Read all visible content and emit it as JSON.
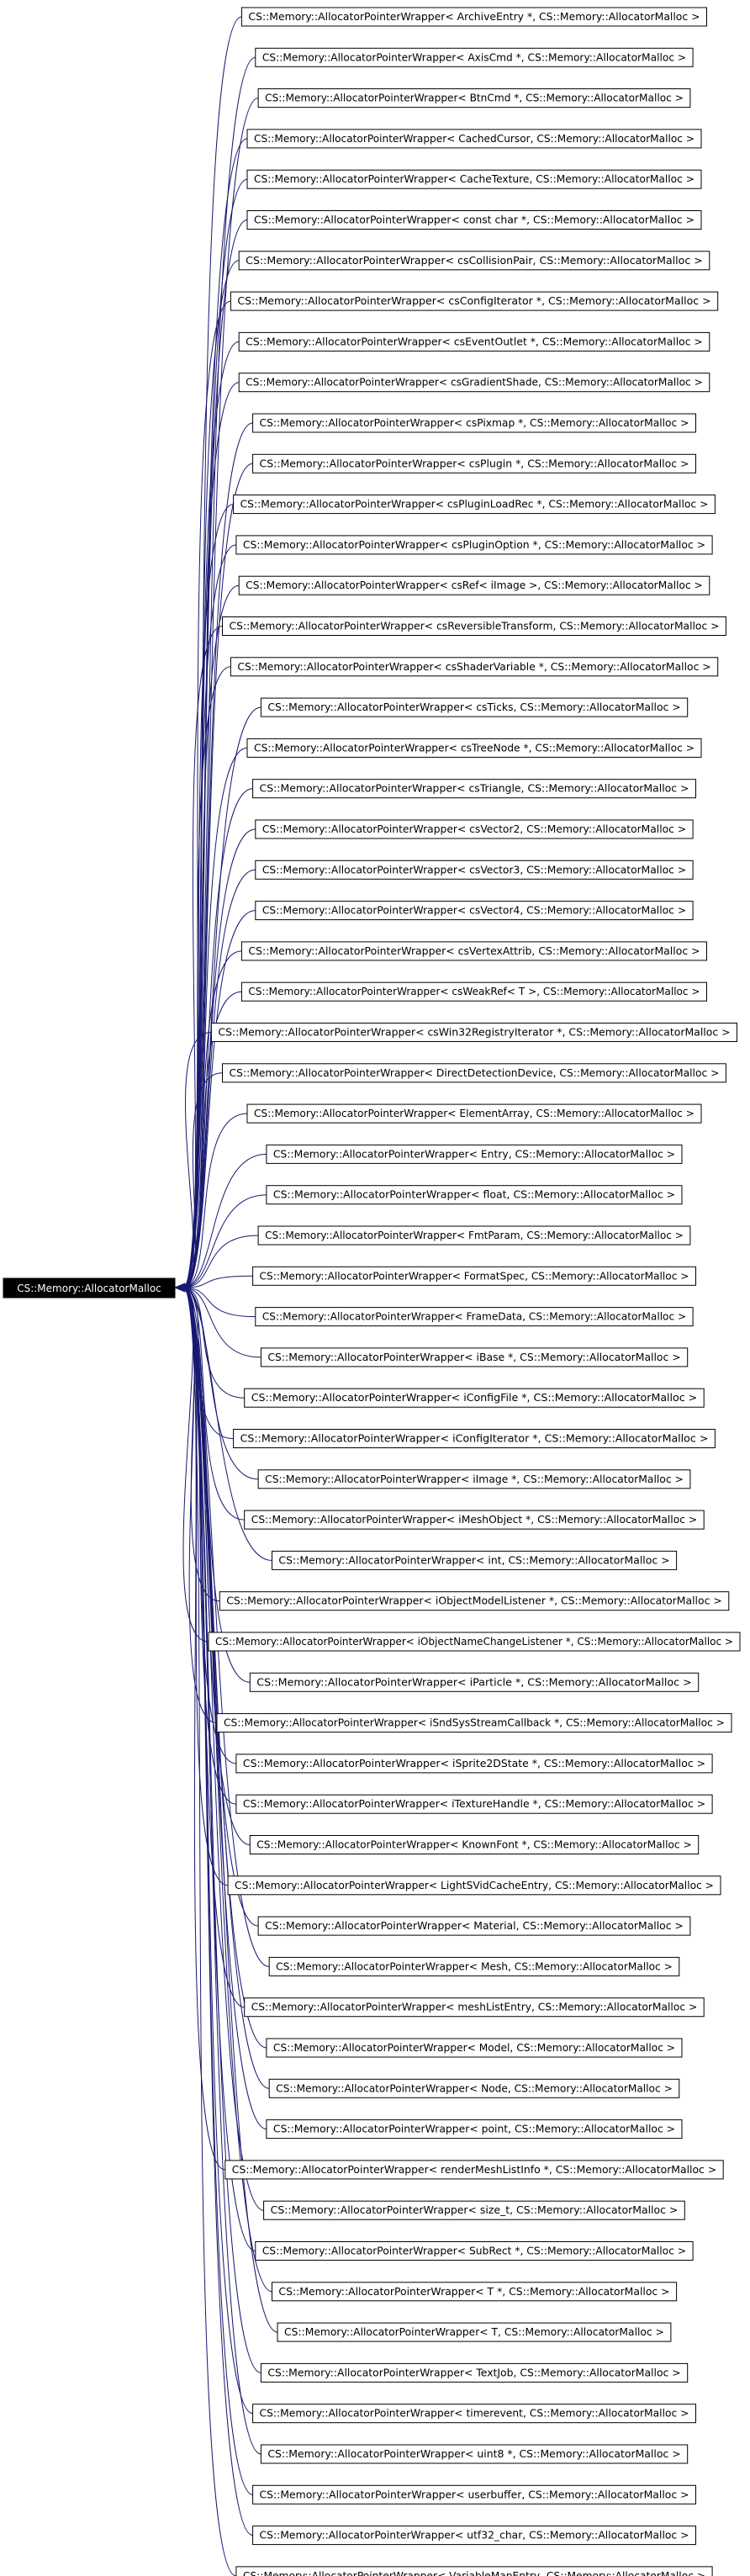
{
  "root": {
    "label": "CS::Memory::AllocatorMalloc"
  },
  "colors": {
    "edge": "#191970",
    "root_fill": "#000000",
    "root_text": "#ffffff"
  },
  "children": [
    "CS::Memory::AllocatorPointerWrapper< ArchiveEntry *, CS::Memory::AllocatorMalloc >",
    "CS::Memory::AllocatorPointerWrapper< AxisCmd *, CS::Memory::AllocatorMalloc >",
    "CS::Memory::AllocatorPointerWrapper< BtnCmd *, CS::Memory::AllocatorMalloc >",
    "CS::Memory::AllocatorPointerWrapper< CachedCursor, CS::Memory::AllocatorMalloc >",
    "CS::Memory::AllocatorPointerWrapper< CacheTexture, CS::Memory::AllocatorMalloc >",
    "CS::Memory::AllocatorPointerWrapper< const char *, CS::Memory::AllocatorMalloc >",
    "CS::Memory::AllocatorPointerWrapper< csCollisionPair, CS::Memory::AllocatorMalloc >",
    "CS::Memory::AllocatorPointerWrapper< csConfigIterator *, CS::Memory::AllocatorMalloc >",
    "CS::Memory::AllocatorPointerWrapper< csEventOutlet *, CS::Memory::AllocatorMalloc >",
    "CS::Memory::AllocatorPointerWrapper< csGradientShade, CS::Memory::AllocatorMalloc >",
    "CS::Memory::AllocatorPointerWrapper< csPixmap *, CS::Memory::AllocatorMalloc >",
    "CS::Memory::AllocatorPointerWrapper< csPlugin *, CS::Memory::AllocatorMalloc >",
    "CS::Memory::AllocatorPointerWrapper< csPluginLoadRec *, CS::Memory::AllocatorMalloc >",
    "CS::Memory::AllocatorPointerWrapper< csPluginOption *, CS::Memory::AllocatorMalloc >",
    "CS::Memory::AllocatorPointerWrapper< csRef< iImage >, CS::Memory::AllocatorMalloc >",
    "CS::Memory::AllocatorPointerWrapper< csReversibleTransform, CS::Memory::AllocatorMalloc >",
    "CS::Memory::AllocatorPointerWrapper< csShaderVariable *, CS::Memory::AllocatorMalloc >",
    "CS::Memory::AllocatorPointerWrapper< csTicks, CS::Memory::AllocatorMalloc >",
    "CS::Memory::AllocatorPointerWrapper< csTreeNode *, CS::Memory::AllocatorMalloc >",
    "CS::Memory::AllocatorPointerWrapper< csTriangle, CS::Memory::AllocatorMalloc >",
    "CS::Memory::AllocatorPointerWrapper< csVector2, CS::Memory::AllocatorMalloc >",
    "CS::Memory::AllocatorPointerWrapper< csVector3, CS::Memory::AllocatorMalloc >",
    "CS::Memory::AllocatorPointerWrapper< csVector4, CS::Memory::AllocatorMalloc >",
    "CS::Memory::AllocatorPointerWrapper< csVertexAttrib, CS::Memory::AllocatorMalloc >",
    "CS::Memory::AllocatorPointerWrapper< csWeakRef< T >, CS::Memory::AllocatorMalloc >",
    "CS::Memory::AllocatorPointerWrapper< csWin32RegistryIterator *, CS::Memory::AllocatorMalloc >",
    "CS::Memory::AllocatorPointerWrapper< DirectDetectionDevice, CS::Memory::AllocatorMalloc >",
    "CS::Memory::AllocatorPointerWrapper< ElementArray, CS::Memory::AllocatorMalloc >",
    "CS::Memory::AllocatorPointerWrapper< Entry, CS::Memory::AllocatorMalloc >",
    "CS::Memory::AllocatorPointerWrapper< float, CS::Memory::AllocatorMalloc >",
    "CS::Memory::AllocatorPointerWrapper< FmtParam, CS::Memory::AllocatorMalloc >",
    "CS::Memory::AllocatorPointerWrapper< FormatSpec, CS::Memory::AllocatorMalloc >",
    "CS::Memory::AllocatorPointerWrapper< FrameData, CS::Memory::AllocatorMalloc >",
    "CS::Memory::AllocatorPointerWrapper< iBase *, CS::Memory::AllocatorMalloc >",
    "CS::Memory::AllocatorPointerWrapper< iConfigFile *, CS::Memory::AllocatorMalloc >",
    "CS::Memory::AllocatorPointerWrapper< iConfigIterator *, CS::Memory::AllocatorMalloc >",
    "CS::Memory::AllocatorPointerWrapper< iImage *, CS::Memory::AllocatorMalloc >",
    "CS::Memory::AllocatorPointerWrapper< iMeshObject *, CS::Memory::AllocatorMalloc >",
    "CS::Memory::AllocatorPointerWrapper< int, CS::Memory::AllocatorMalloc >",
    "CS::Memory::AllocatorPointerWrapper< iObjectModelListener *, CS::Memory::AllocatorMalloc >",
    "CS::Memory::AllocatorPointerWrapper< iObjectNameChangeListener *, CS::Memory::AllocatorMalloc >",
    "CS::Memory::AllocatorPointerWrapper< iParticle *, CS::Memory::AllocatorMalloc >",
    "CS::Memory::AllocatorPointerWrapper< iSndSysStreamCallback *, CS::Memory::AllocatorMalloc >",
    "CS::Memory::AllocatorPointerWrapper< iSprite2DState *, CS::Memory::AllocatorMalloc >",
    "CS::Memory::AllocatorPointerWrapper< iTextureHandle *, CS::Memory::AllocatorMalloc >",
    "CS::Memory::AllocatorPointerWrapper< KnownFont *, CS::Memory::AllocatorMalloc >",
    "CS::Memory::AllocatorPointerWrapper< LightSVidCacheEntry, CS::Memory::AllocatorMalloc >",
    "CS::Memory::AllocatorPointerWrapper< Material, CS::Memory::AllocatorMalloc >",
    "CS::Memory::AllocatorPointerWrapper< Mesh, CS::Memory::AllocatorMalloc >",
    "CS::Memory::AllocatorPointerWrapper< meshListEntry, CS::Memory::AllocatorMalloc >",
    "CS::Memory::AllocatorPointerWrapper< Model, CS::Memory::AllocatorMalloc >",
    "CS::Memory::AllocatorPointerWrapper< Node, CS::Memory::AllocatorMalloc >",
    "CS::Memory::AllocatorPointerWrapper< point, CS::Memory::AllocatorMalloc >",
    "CS::Memory::AllocatorPointerWrapper< renderMeshListInfo *, CS::Memory::AllocatorMalloc >",
    "CS::Memory::AllocatorPointerWrapper< size_t, CS::Memory::AllocatorMalloc >",
    "CS::Memory::AllocatorPointerWrapper< SubRect *, CS::Memory::AllocatorMalloc >",
    "CS::Memory::AllocatorPointerWrapper< T *, CS::Memory::AllocatorMalloc >",
    "CS::Memory::AllocatorPointerWrapper< T, CS::Memory::AllocatorMalloc >",
    "CS::Memory::AllocatorPointerWrapper< TextJob, CS::Memory::AllocatorMalloc >",
    "CS::Memory::AllocatorPointerWrapper< timerevent, CS::Memory::AllocatorMalloc >",
    "CS::Memory::AllocatorPointerWrapper< uint8 *, CS::Memory::AllocatorMalloc >",
    "CS::Memory::AllocatorPointerWrapper< userbuffer, CS::Memory::AllocatorMalloc >",
    "CS::Memory::AllocatorPointerWrapper< utf32_char, CS::Memory::AllocatorMalloc >",
    "CS::Memory::AllocatorPointerWrapper< VariableMapEntry, CS::Memory::AllocatorMalloc >"
  ]
}
